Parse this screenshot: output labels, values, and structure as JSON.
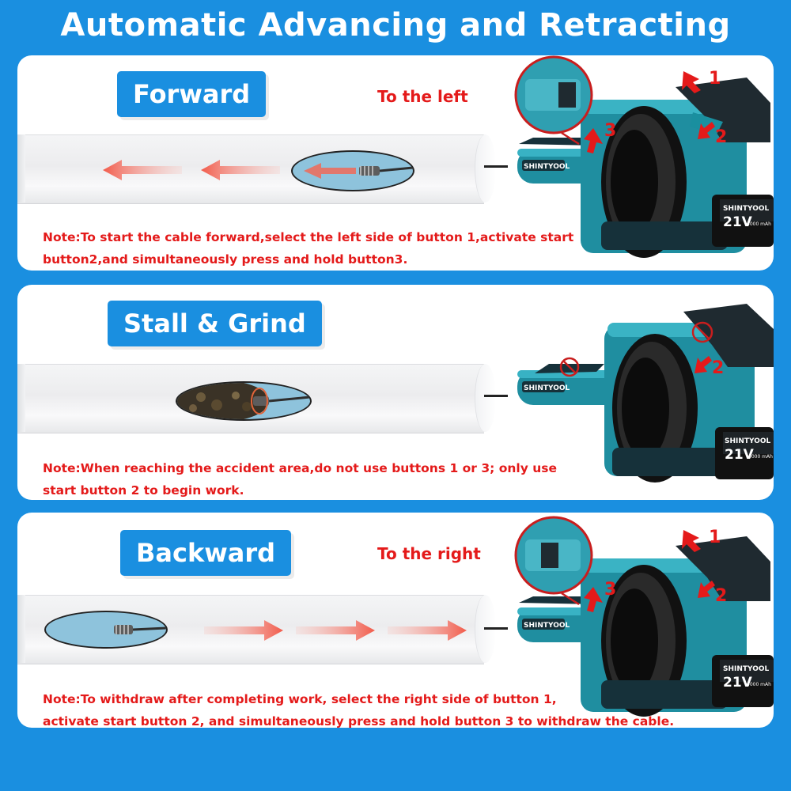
{
  "title": "Automatic Advancing and Retracting",
  "colors": {
    "background": "#1a8fe0",
    "note_text": "#e41a1a",
    "tool_body": "#1f8ea0"
  },
  "sections": [
    {
      "heading": "Forward",
      "direction": "To the left",
      "note_line1": "Note:To start the cable forward,select the left side of button 1,activate start",
      "note_line2": "button2,and simultaneously press and hold button3.",
      "callouts": [
        "1",
        "2",
        "3"
      ],
      "brand": "SHINTYOOL",
      "battery_voltage": "21V",
      "battery_capacity": "4000 mAh"
    },
    {
      "heading": "Stall & Grind",
      "note_line1": "Note:When reaching the accident area,do not use buttons 1 or 3; only use",
      "note_line2": "start button 2 to begin work.",
      "callouts": [
        "2"
      ],
      "brand": "SHINTYOOL",
      "battery_voltage": "21V",
      "battery_capacity": "4000 mAh"
    },
    {
      "heading": "Backward",
      "direction": "To the right",
      "note_line1": "Note:To withdraw after completing work, select the right side of button 1,",
      "note_line2": "activate start button 2, and simultaneously press and hold button 3 to withdraw the cable.",
      "callouts": [
        "1",
        "2",
        "3"
      ],
      "brand": "SHINTYOOL",
      "battery_voltage": "21V",
      "battery_capacity": "4000 mAh"
    }
  ]
}
